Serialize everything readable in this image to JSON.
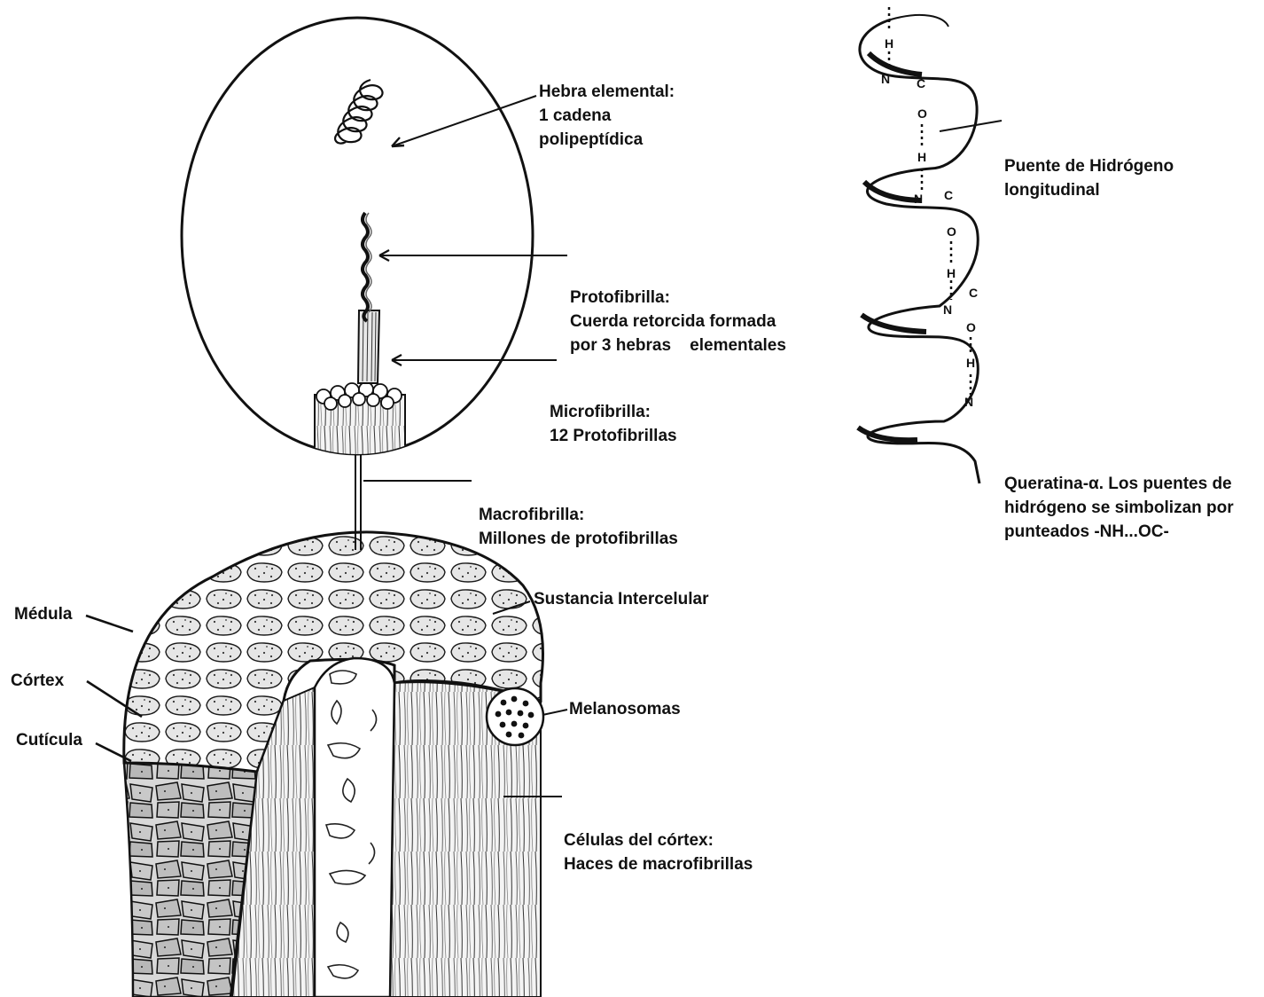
{
  "labels": {
    "hebra": [
      "Hebra elemental:",
      "1 cadena",
      "polipeptídica"
    ],
    "protofibrilla": [
      "Protofibrilla:",
      "Cuerda retorcida formada",
      "por 3 hebras    elementales"
    ],
    "microfibrilla": [
      "Microfibrilla:",
      "12 Protofibrillas"
    ],
    "macrofibrilla": [
      "Macrofibrilla:",
      "Millones de protofibrillas"
    ],
    "medula": "Médula",
    "cortex": "Córtex",
    "cuticula": "Cutícula",
    "sustancia": "Sustancia Intercelular",
    "melanosomas": "Melanosomas",
    "celulas": [
      "Células del córtex:",
      "Haces de macrofibrillas"
    ],
    "puente": [
      "Puente de Hidrógeno",
      "longitudinal"
    ],
    "queratina": [
      "Queratina-α. Los puentes de",
      "hidrógeno se simbolizan por",
      "punteados -NH...OC-"
    ]
  },
  "helix_atoms": {
    "h": "H",
    "n": "N",
    "c": "C",
    "o": "O"
  }
}
